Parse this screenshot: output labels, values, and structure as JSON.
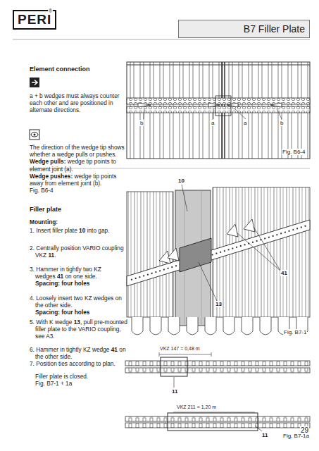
{
  "diagram": {
    "title": "B7 Filler Plate",
    "nodes": [
      {
        "text": [
          "PERI"
        ]
      }
    ],
    "labels": [
      "Element connection",
      "a + b wedges must always counter each other and are positioned in alternate directions.",
      "The direction of the wedge tip shows whether a wedge pulls or pushes.",
      "Wedge pulls:",
      "wedge tip points to element joint (a).",
      "Wedge pushes:",
      "wedge tip points away from element joint (b).",
      "Fig. B6-4",
      "b",
      "a",
      "a",
      "b",
      "Fig. B6-4",
      "10",
      "Filler plate",
      "Mounting:",
      "1. Insert filler plate",
      "10",
      "into gap.",
      "2. Centrally position VARIO coupling VKZ",
      "11",
      ".",
      "3. Hammer in tightly two KZ wedges",
      "41",
      "on one side.",
      "Spacing: four holes",
      "4. Loosely insert two KZ wedges on the other side.",
      "Spacing: four holes",
      "5. With K wedge",
      "13",
      ", pull pre-mounted filler plate to the VARIO coupling, see A3.",
      "6. Hammer in tightly KZ wedge",
      "41",
      "on the other side.",
      "7. Position ties according to plan.",
      "Filler plate is closed.",
      "Fig. B7-1 + 1a",
      "41",
      "13",
      "Fig. B7-1",
      "VKZ 147 = 0,48 m",
      "11",
      "VKZ 211 = 1,20 m",
      "11",
      "Fig. B7-1a",
      "29",
      "®"
    ]
  }
}
